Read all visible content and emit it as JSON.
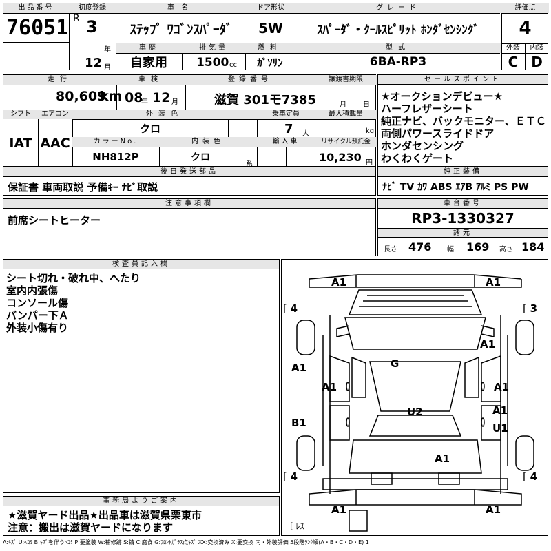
{
  "header": {
    "lot_label": "出品番号",
    "lot_number": "76051",
    "first_reg_label": "初度登録",
    "era": "R",
    "year": "3",
    "year_unit": "年",
    "month": "12",
    "month_unit": "月",
    "car_name_label": "車名",
    "car_name": "ｽﾃｯﾌﾟ ﾜｺﾞﾝｽﾊﾟｰﾀﾞ",
    "door_label": "ドア形状",
    "door": "5W",
    "grade_label": "グレード",
    "grade": "ｽﾊﾟｰﾀﾞ・ｸｰﾙｽﾋﾟﾘｯﾄ ﾎﾝﾀﾞｾﾝｼﾝｸﾞ",
    "score_label": "評価点",
    "score": "4",
    "history_label": "車歴",
    "history": "自家用",
    "displacement_label": "排気量",
    "displacement": "1500",
    "displacement_unit": "cc",
    "fuel_label": "燃料",
    "fuel": "ｶﾞｿﾘﾝ",
    "model_label": "型式",
    "model": "6BA-RP3",
    "ext_label": "外装",
    "ext_grade": "C",
    "int_label": "内装",
    "int_grade": "D"
  },
  "info": {
    "mileage_label": "走行",
    "mileage": "80,609",
    "mileage_unit": "km",
    "inspection_label": "車検",
    "insp_year": "08",
    "insp_year_unit": "年",
    "insp_month": "12",
    "insp_month_unit": "月",
    "plate_label": "登録番号",
    "plate": "滋賀 301モ7385",
    "transfer_label": "譲渡書期限",
    "transfer_month_unit": "月",
    "transfer_day_unit": "日",
    "shift_label": "シフト",
    "shift": "IAT",
    "ac_label": "エアコン",
    "ac": "AAC",
    "ext_color_label": "外装色",
    "ext_color": "クロ",
    "capacity_label": "乗車定員",
    "capacity": "7",
    "capacity_unit": "人",
    "max_load_label": "最大積載量",
    "max_load_unit": "kg",
    "color_no_label": "カラーNo.",
    "color_no": "NH812P",
    "int_color_label": "内装色",
    "int_color": "クロ",
    "int_color_unit": "系",
    "import_label": "輸入車",
    "recycle_label": "リサイクル預託金",
    "recycle": "10,230",
    "recycle_unit": "円"
  },
  "later_parts": {
    "label": "後日発送部品",
    "text": "保証書  車両取説  予備ｷｰ  ﾅﾋﾞ取説"
  },
  "sales_points": {
    "label": "セールスポイント",
    "items": [
      "★オークションデビュー★",
      "ハーフレザーシート",
      "純正ナビ、バックモニター、ＥＴＣ",
      "両側パワースライドドア",
      "ホンダセンシング",
      "わくわくゲート"
    ]
  },
  "equipment": {
    "label": "純正装備",
    "text": "ﾅﾋﾞ TV ｶﾜ ABS ｴｱB ｱﾙﾐ PS PW"
  },
  "notes": {
    "label": "注意事項欄",
    "text": "前席シートヒーター"
  },
  "chassis": {
    "label": "車台番号",
    "value": "RP3-1330327"
  },
  "specs": {
    "label": "諸元",
    "length_label": "長さ",
    "length": "476",
    "width_label": "幅",
    "width": "169",
    "height_label": "高さ",
    "height": "184"
  },
  "inspector": {
    "label": "検査員記入欄",
    "lines": [
      "シート切れ・破れ中、へたり",
      "室内内張傷",
      "コンソール傷",
      "バンパー下Ａ",
      "外装小傷有り"
    ]
  },
  "office": {
    "label": "事務局よりご案内",
    "lines": [
      "★滋賀ヤード出品★出品車は滋賀県栗東市",
      "注意：搬出は滋賀ヤードになります"
    ]
  },
  "diagram": {
    "tire_fl": "4",
    "tire_fr": "3",
    "tire_rl": "4",
    "tire_rr": "4",
    "spare": "ﾚｽ",
    "marks": {
      "front_bumper_l": "A1",
      "front_bumper_r": "A1",
      "fender_r": "A1",
      "windshield": "G",
      "side_l_upper": "A1",
      "door_l": "A1",
      "door_r": "A1",
      "roof": "U2",
      "door_rr_upper": "A1",
      "door_rr_lower": "U1",
      "side_l_lower": "B1",
      "quarter_r": "A1",
      "rear_bumper_l": "A1",
      "rear_bumper_r": "A1"
    }
  },
  "legend": "A:ｷｽﾞ U:ﾍｺﾐ B:ｷｽﾞを伴うﾍｺﾐ P:要塗装 W:補修跡 S:錆 C:腐食 G:ﾌﾛﾝﾄｶﾞﾗｽ点ｷｽﾞ XX:交換済み X:要交換  内・外装評価 5段階ﾗﾝｸ順(A・B・C・D・E) 1"
}
